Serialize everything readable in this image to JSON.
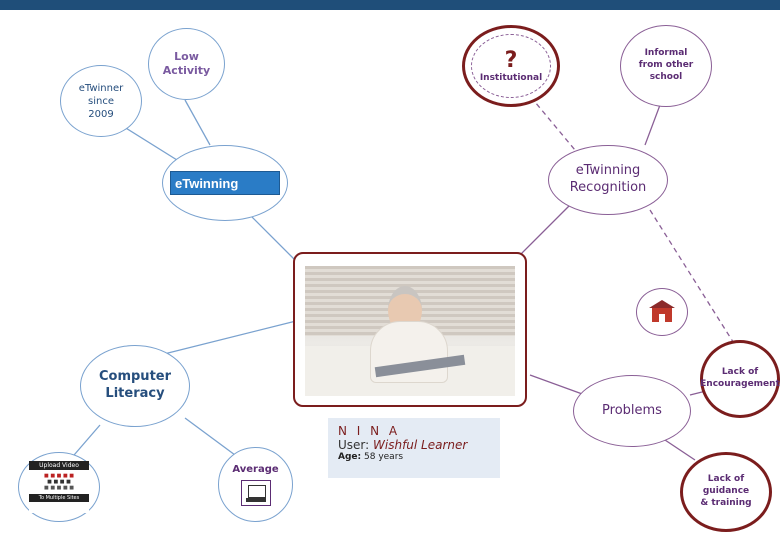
{
  "nodes": {
    "low_activity": "Low\nActivity",
    "etwinner_since": "eTwinner\nsince\n2009",
    "etwinning_logo": "eTwinning",
    "institutional_q": "?",
    "institutional": "Institutional",
    "informal": "Informal\nfrom other\nschool",
    "recognition": "eTwinning\nRecognition",
    "computer_literacy": "Computer\nLiteracy",
    "average": "Average",
    "problems": "Problems",
    "lack_encouragement": "Lack of\nEncouragement",
    "lack_guidance": "Lack of\nguidance\n& training"
  },
  "persona": {
    "name": "N I N A",
    "user_label": "User:",
    "user_value": "Wishful Learner",
    "age_label": "Age:",
    "age_value": "58 years"
  },
  "thumb_text": {
    "upload_video": "Upload Video",
    "technologies": "To Multiple Sites"
  },
  "colors": {
    "blue_node_border": "#7aa2cf",
    "purple_node_border": "#8a5f96",
    "highlight_border": "#7b1d1d",
    "top_bar": "#1f4e79"
  }
}
